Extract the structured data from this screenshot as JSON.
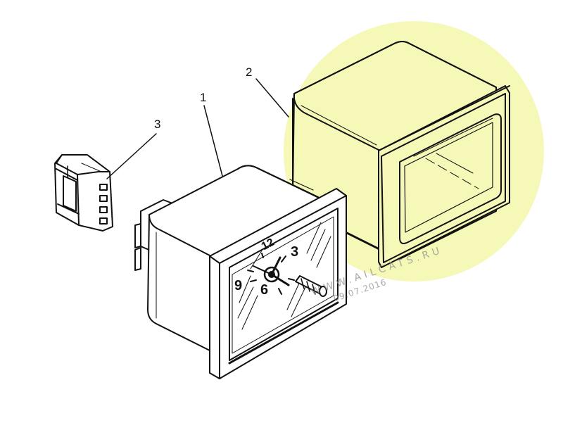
{
  "callouts": {
    "part_1": "1",
    "part_2": "2",
    "part_3": "3"
  },
  "dial_numbers": {
    "twelve": "12",
    "three": "3",
    "six": "6",
    "nine": "9"
  },
  "watermark": {
    "site": "WWW.AILCATS.RU",
    "date": "09.07.2016"
  },
  "colors": {
    "highlight": "#f6f8b8",
    "ink": "#111111"
  }
}
